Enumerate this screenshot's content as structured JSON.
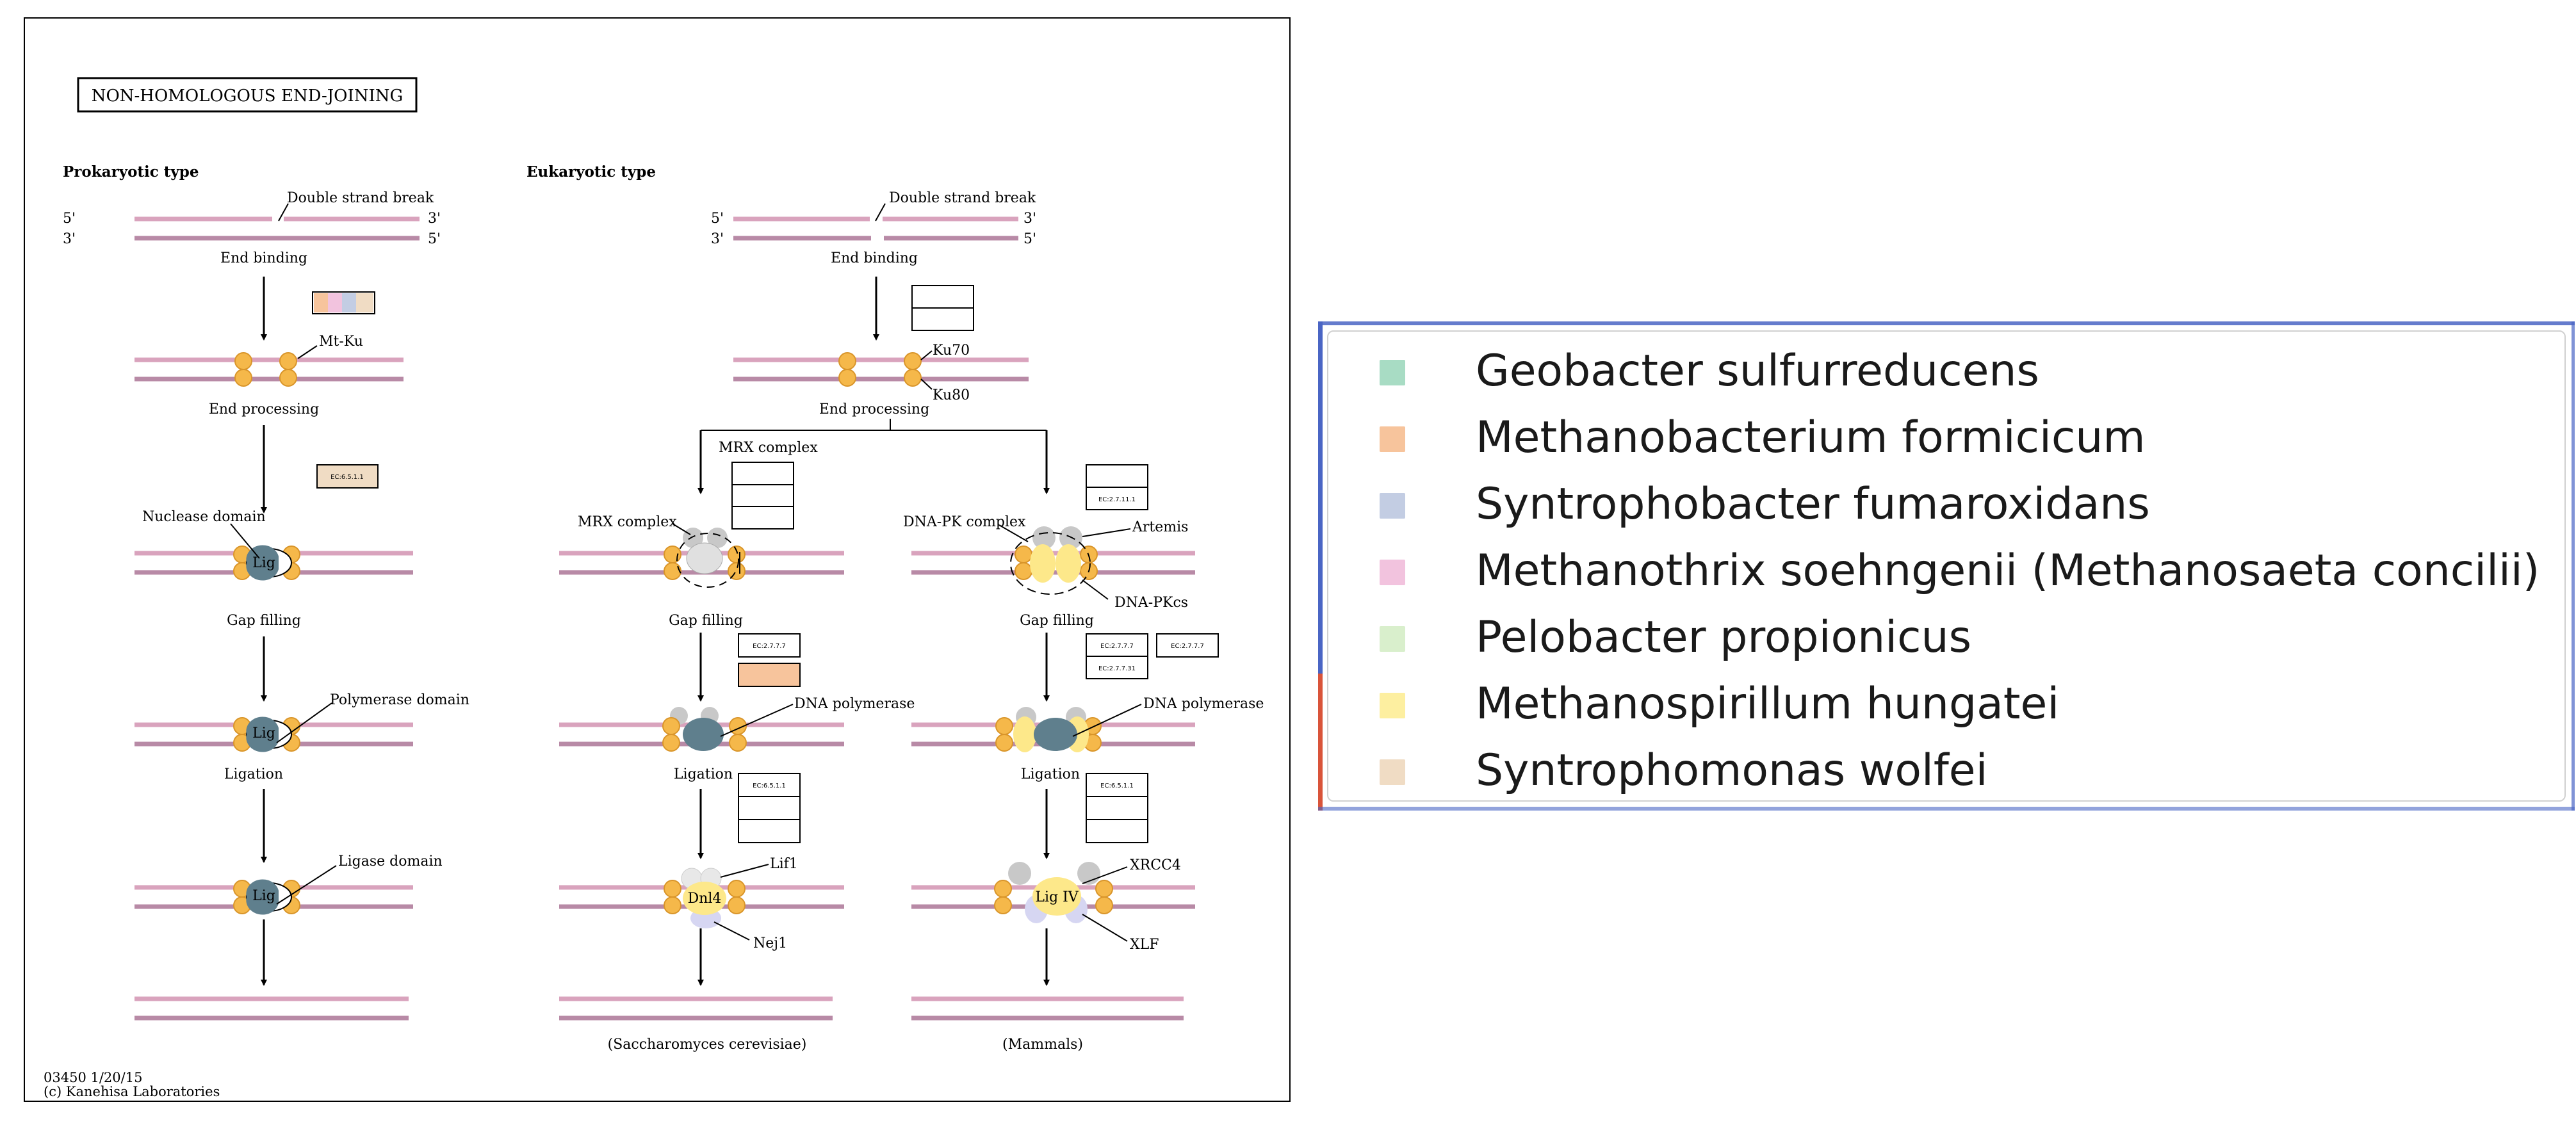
{
  "diagram": {
    "title": "NON-HOMOLOGOUS END-JOINING",
    "prokaryotic": {
      "type_label": "Prokaryotic type",
      "dsb_label": "Double strand break",
      "end5": "5'",
      "end3": "3'",
      "steps": [
        "End binding",
        "End processing",
        "Gap filling",
        "Ligation"
      ],
      "mt_ku": "Mt-Ku",
      "ec_ligase": "EC:6.5.1.1",
      "nuclease_domain": "Nuclease domain",
      "polymerase_domain": "Polymerase domain",
      "ligase_domain": "Ligase domain",
      "lig": "Lig"
    },
    "eukaryotic": {
      "type_label": "Eukaryotic type",
      "dsb_label": "Double strand break",
      "end5": "5'",
      "end3": "3'",
      "end_binding": "End binding",
      "end_processing": "End processing",
      "ku70": "Ku70",
      "ku80": "Ku80",
      "yeast": {
        "mrx_complex_box": "MRX complex",
        "mrx_complex": "MRX complex",
        "gap_filling": "Gap filling",
        "ec_pol": "EC:2.7.7.7",
        "dna_polymerase": "DNA polymerase",
        "ligation": "Ligation",
        "ec_lig": "EC:6.5.1.1",
        "lif1": "Lif1",
        "dnl4": "Dnl4",
        "nej1": "Nej1",
        "organism": "(Saccharomyces cerevisiae)"
      },
      "mammal": {
        "ec_pk": "EC:2.7.11.1",
        "dna_pk_complex": "DNA-PK complex",
        "artemis": "Artemis",
        "dna_pkcs": "DNA-PKcs",
        "gap_filling": "Gap filling",
        "ec_pol1": "EC:2.7.7.7",
        "ec_pol2": "EC:2.7.7.7",
        "ec_pol3": "EC:2.7.7.31",
        "dna_polymerase": "DNA polymerase",
        "ligation": "Ligation",
        "ec_lig": "EC:6.5.1.1",
        "xrcc4": "XRCC4",
        "lig_iv": "Lig IV",
        "xlf": "XLF",
        "organism": "(Mammals)"
      }
    },
    "footer": {
      "id_date": "03450 1/20/15",
      "copyright": "(c) Kanehisa Laboratories"
    }
  },
  "legend": {
    "items": [
      {
        "label": "Geobacter sulfurreducens",
        "color": "#a8dcc4"
      },
      {
        "label": "Methanobacterium formicicum",
        "color": "#f7c49c"
      },
      {
        "label": "Syntrophobacter fumaroxidans",
        "color": "#c3cde3"
      },
      {
        "label": "Methanothrix soehngenii (Methanosaeta concilii)",
        "color": "#f2c3de"
      },
      {
        "label": "Pelobacter propionicus",
        "color": "#d9efcc"
      },
      {
        "label": "Methanospirillum hungatei",
        "color": "#fdefa0"
      },
      {
        "label": "Syntrophomonas wolfei",
        "color": "#f0dcc4"
      }
    ]
  },
  "colors": {
    "dna_top": "#d9a3bd",
    "dna_bottom": "#b88aa6",
    "ku_orange": "#f5b84a",
    "ku_stroke": "#d9952a",
    "gray_protein": "#c8c8c8",
    "teal_protein": "#5f7f8d",
    "yellow_protein": "#fde88a",
    "lavender_protein": "#d6d6f2"
  }
}
